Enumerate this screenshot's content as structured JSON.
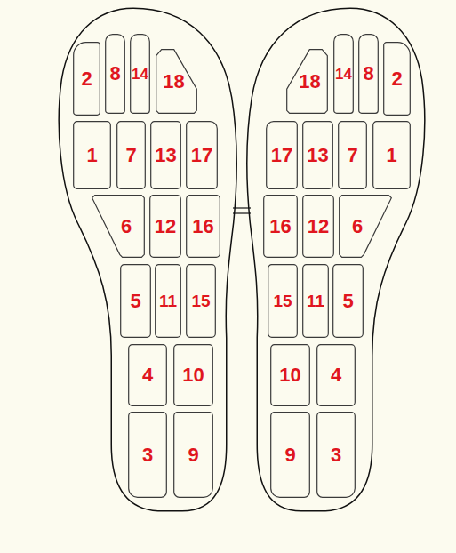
{
  "diagram": {
    "nodes": [
      {
        "text": [
          "2"
        ]
      },
      {
        "text": [
          "8"
        ]
      },
      {
        "text": [
          "14"
        ]
      },
      {
        "text": [
          "18"
        ]
      },
      {
        "text": [
          "1"
        ]
      },
      {
        "text": [
          "7"
        ]
      },
      {
        "text": [
          "13"
        ]
      },
      {
        "text": [
          "17"
        ]
      },
      {
        "text": [
          "6"
        ]
      },
      {
        "text": [
          "12"
        ]
      },
      {
        "text": [
          "16"
        ]
      },
      {
        "text": [
          "5"
        ]
      },
      {
        "text": [
          "11"
        ]
      },
      {
        "text": [
          "15"
        ]
      },
      {
        "text": [
          "4"
        ]
      },
      {
        "text": [
          "10"
        ]
      },
      {
        "text": [
          "3"
        ]
      },
      {
        "text": [
          "9"
        ]
      },
      {
        "text": [
          "18"
        ]
      },
      {
        "text": [
          "14"
        ]
      },
      {
        "text": [
          "8"
        ]
      },
      {
        "text": [
          "2"
        ]
      },
      {
        "text": [
          "17"
        ]
      },
      {
        "text": [
          "13"
        ]
      },
      {
        "text": [
          "7"
        ]
      },
      {
        "text": [
          "1"
        ]
      },
      {
        "text": [
          "16"
        ]
      },
      {
        "text": [
          "12"
        ]
      },
      {
        "text": [
          "6"
        ]
      },
      {
        "text": [
          "15"
        ]
      },
      {
        "text": [
          "11"
        ]
      },
      {
        "text": [
          "5"
        ]
      },
      {
        "text": [
          "10"
        ]
      },
      {
        "text": [
          "4"
        ]
      },
      {
        "text": [
          "9"
        ]
      },
      {
        "text": [
          "3"
        ]
      }
    ]
  }
}
